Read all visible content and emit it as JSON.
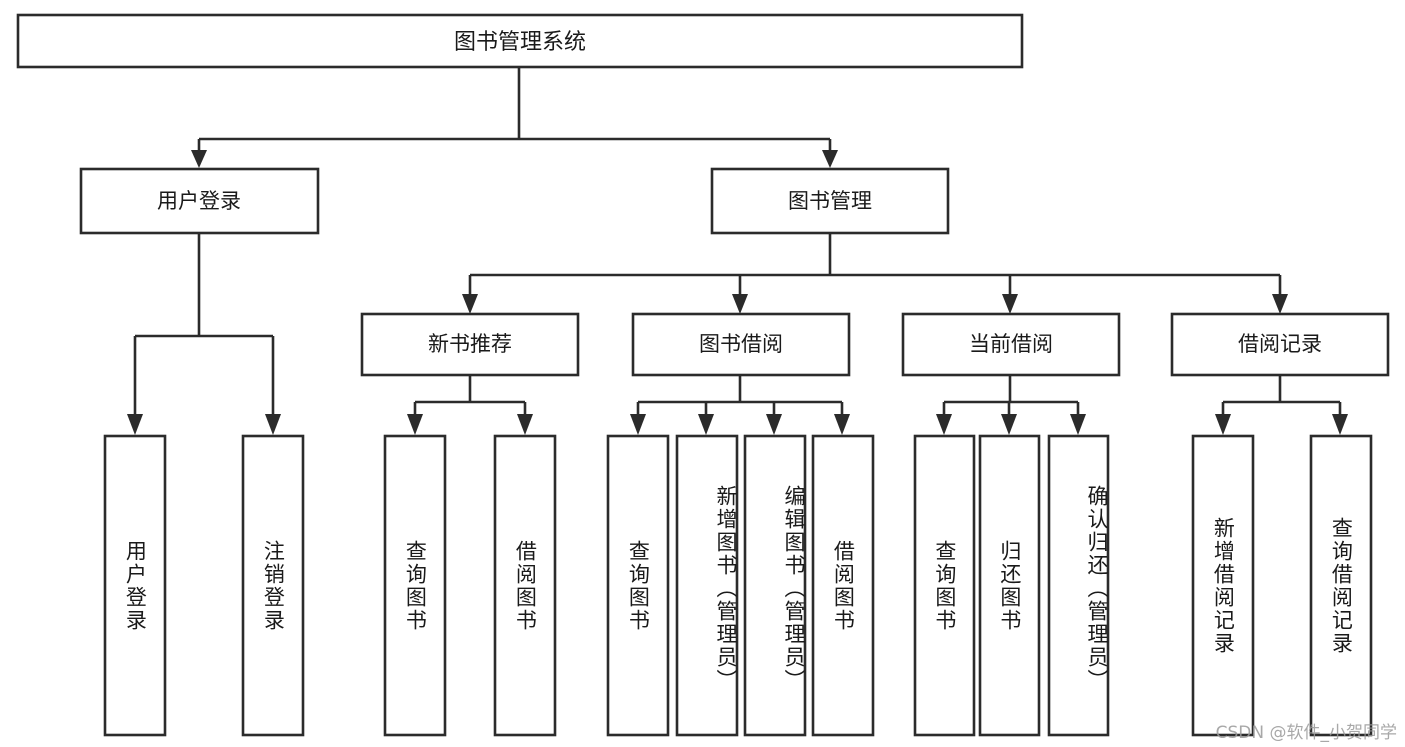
{
  "diagram": {
    "type": "tree",
    "title": "图书管理系统",
    "watermark": "CSDN @软件_小贺同学",
    "colors": {
      "stroke": "#2b2b2b",
      "box_fill": "#ffffff",
      "text": "#1a1a1a",
      "background": "#ffffff",
      "watermark": "#9a9a9a"
    },
    "levels": {
      "root": {
        "label": "图书管理系统"
      },
      "level2": [
        {
          "label": "用户登录"
        },
        {
          "label": "图书管理"
        }
      ],
      "level3": [
        {
          "label": "新书推荐"
        },
        {
          "label": "图书借阅"
        },
        {
          "label": "当前借阅"
        },
        {
          "label": "借阅记录"
        }
      ]
    },
    "nodes": {
      "root": "图书管理系统",
      "user_login": "用户登录",
      "book_manage": "图书管理",
      "new_book_rec": "新书推荐",
      "book_borrow": "图书借阅",
      "current_borrow": "当前借阅",
      "borrow_record": "借阅记录"
    },
    "leaves": {
      "user_login": [
        "用户登录",
        "注销登录"
      ],
      "new_book_rec": [
        "查询图书",
        "借阅图书"
      ],
      "book_borrow": [
        "查询图书",
        "新增图书（管理员）",
        "编辑图书（管理员）",
        "借阅图书"
      ],
      "current_borrow": [
        "查询图书",
        "归还图书",
        "确认归还（管理员）"
      ],
      "borrow_record": [
        "新增借阅记录",
        "查询借阅记录"
      ]
    },
    "edges": [
      {
        "from": "图书管理系统",
        "to": "用户登录"
      },
      {
        "from": "图书管理系统",
        "to": "图书管理"
      },
      {
        "from": "图书管理",
        "to": "新书推荐"
      },
      {
        "from": "图书管理",
        "to": "图书借阅"
      },
      {
        "from": "图书管理",
        "to": "当前借阅"
      },
      {
        "from": "图书管理",
        "to": "借阅记录"
      },
      {
        "from": "用户登录",
        "to": "用户登录"
      },
      {
        "from": "用户登录",
        "to": "注销登录"
      },
      {
        "from": "新书推荐",
        "to": "查询图书"
      },
      {
        "from": "新书推荐",
        "to": "借阅图书"
      },
      {
        "from": "图书借阅",
        "to": "查询图书"
      },
      {
        "from": "图书借阅",
        "to": "新增图书（管理员）"
      },
      {
        "from": "图书借阅",
        "to": "编辑图书（管理员）"
      },
      {
        "from": "图书借阅",
        "to": "借阅图书"
      },
      {
        "from": "当前借阅",
        "to": "查询图书"
      },
      {
        "from": "当前借阅",
        "to": "归还图书"
      },
      {
        "from": "当前借阅",
        "to": "确认归还（管理员）"
      },
      {
        "from": "借阅记录",
        "to": "新增借阅记录"
      },
      {
        "from": "借阅记录",
        "to": "查询借阅记录"
      }
    ]
  }
}
